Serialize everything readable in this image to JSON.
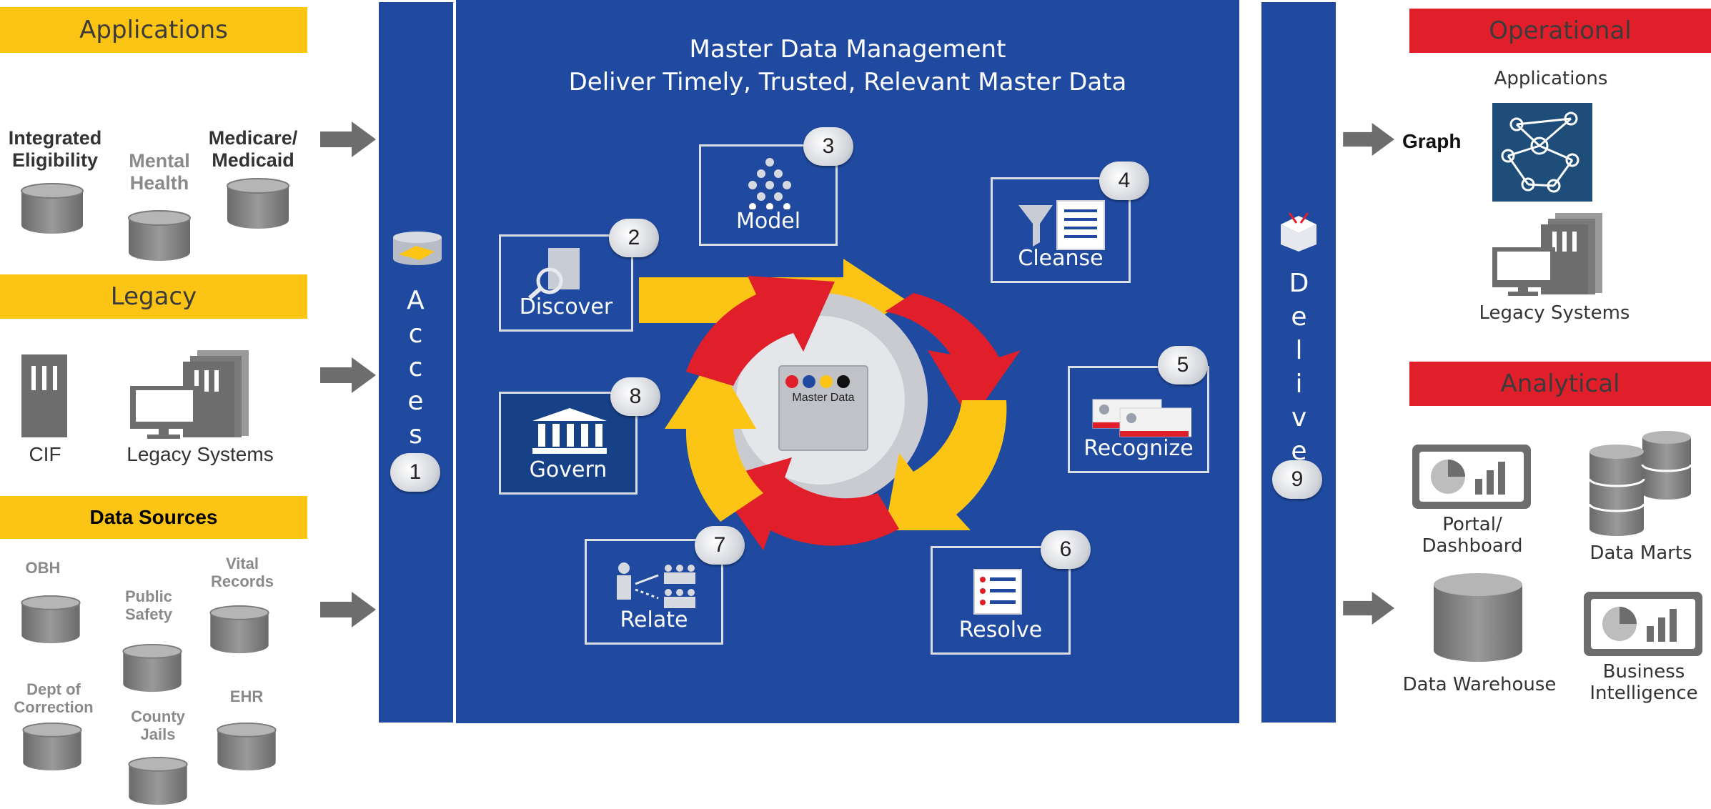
{
  "left": {
    "applications": {
      "header": "Applications",
      "items": [
        "Integrated Eligibility",
        "Mental Health",
        "Medicare/ Medicaid"
      ]
    },
    "legacy": {
      "header": "Legacy",
      "items": [
        "CIF",
        "Legacy Systems"
      ]
    },
    "data_sources": {
      "header": "Data Sources",
      "items": [
        "OBH",
        "Public Safety",
        "Vital Records",
        "Dept of Correction",
        "County Jails",
        "EHR"
      ]
    }
  },
  "access": {
    "label": "Access",
    "badge": "1"
  },
  "deliver": {
    "label": "Deliver",
    "badge": "9"
  },
  "main": {
    "title_line1": "Master Data Management",
    "title_line2": "Deliver Timely, Trusted, Relevant Master Data",
    "center_label": "Master Data",
    "steps": [
      {
        "num": "2",
        "label": "Discover"
      },
      {
        "num": "3",
        "label": "Model"
      },
      {
        "num": "4",
        "label": "Cleanse"
      },
      {
        "num": "5",
        "label": "Recognize"
      },
      {
        "num": "6",
        "label": "Resolve"
      },
      {
        "num": "7",
        "label": "Relate"
      },
      {
        "num": "8",
        "label": "Govern"
      }
    ]
  },
  "right": {
    "operational": {
      "header": "Operational",
      "applications_label": "Applications",
      "graph_label": "Graph",
      "legacy_label": "Legacy Systems"
    },
    "analytical": {
      "header": "Analytical",
      "items": [
        "Portal/ Dashboard",
        "Data Marts",
        "Data Warehouse",
        "Business Intelligence"
      ]
    }
  },
  "colors": {
    "blue": "#1f4aa0",
    "yellow": "#fcc515",
    "red": "#e01f2a",
    "gray": "#6d6d6d"
  }
}
